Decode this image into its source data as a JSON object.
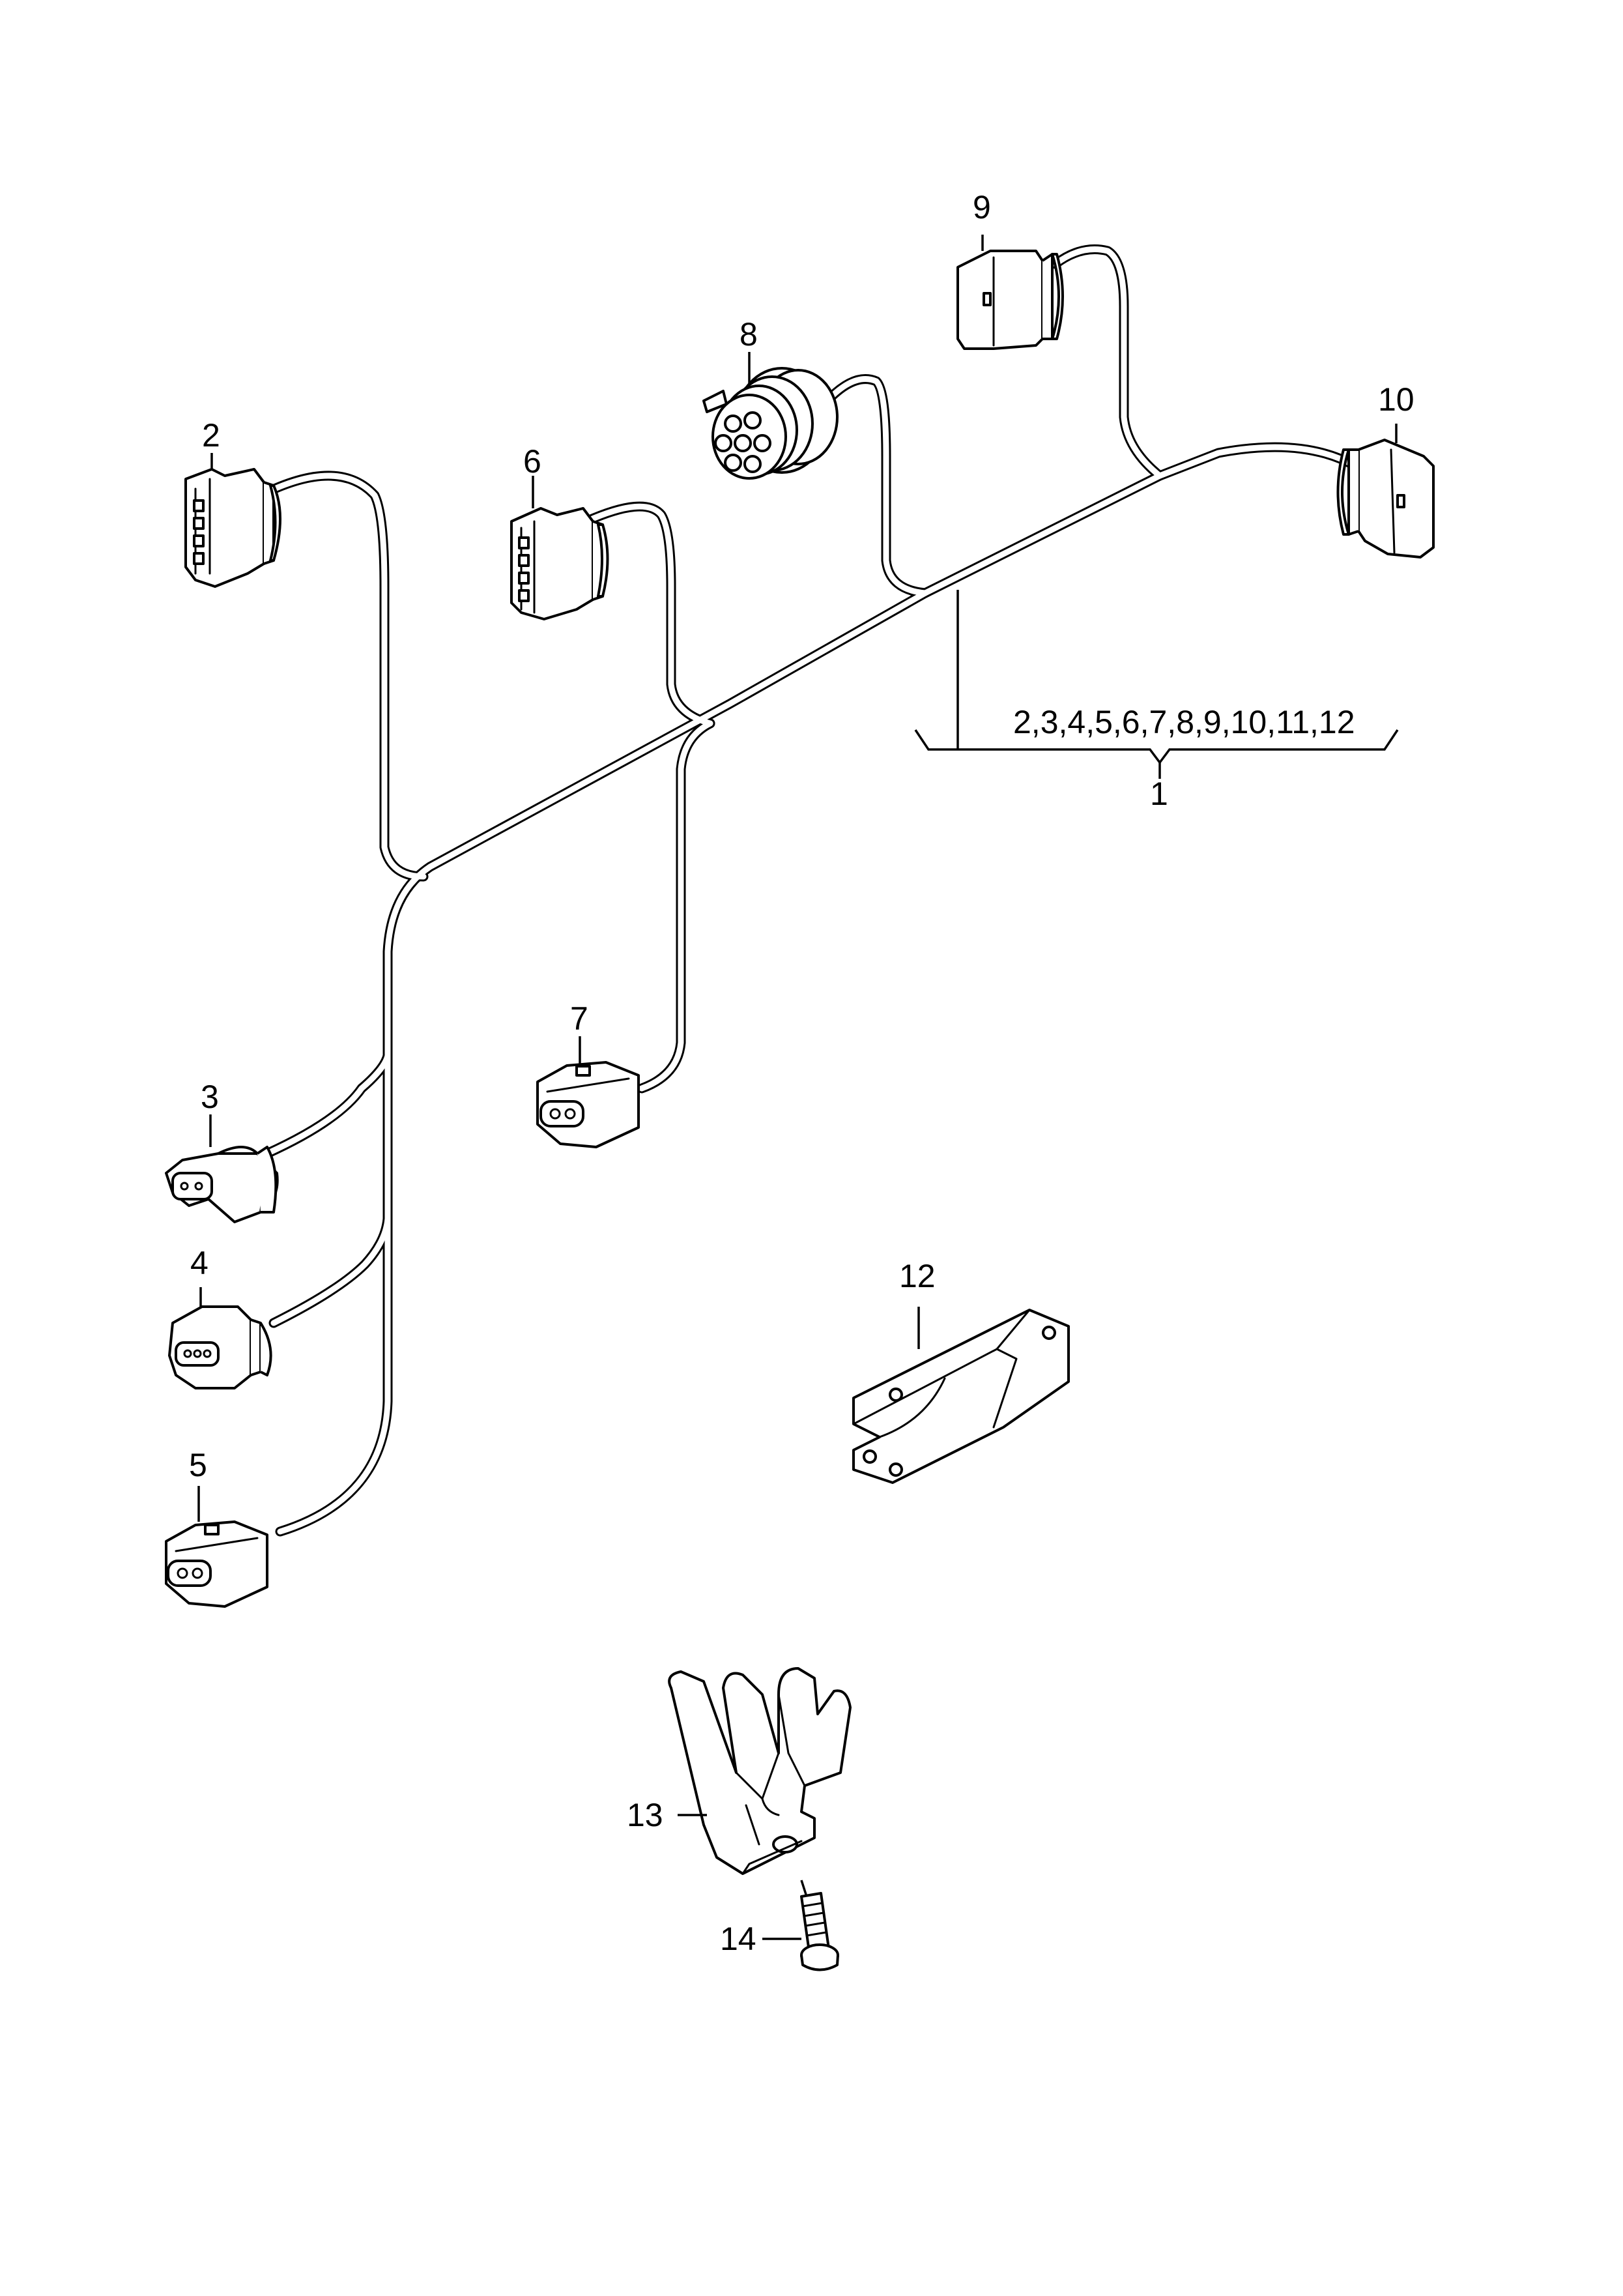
{
  "callouts": {
    "c1": "1",
    "c2": "2",
    "c3": "3",
    "c4": "4",
    "c5": "5",
    "c6": "6",
    "c7": "7",
    "c8": "8",
    "c9": "9",
    "c10": "10",
    "c11_12": "2,3,4,5,6,7,8,9,10,11,12",
    "c12": "12",
    "c13": "13",
    "c14": "14"
  },
  "parts": [
    {
      "callout": "1",
      "name": "wiring-harness"
    },
    {
      "callout": "2",
      "name": "connector-4-pin"
    },
    {
      "callout": "3",
      "name": "connector-2-pin-round"
    },
    {
      "callout": "4",
      "name": "connector-3-pin"
    },
    {
      "callout": "5",
      "name": "connector-2-pin"
    },
    {
      "callout": "6",
      "name": "connector-4-pin"
    },
    {
      "callout": "7",
      "name": "connector-2-pin"
    },
    {
      "callout": "8",
      "name": "round-connector-multi-pin"
    },
    {
      "callout": "9",
      "name": "connector-housing"
    },
    {
      "callout": "10",
      "name": "connector-housing"
    },
    {
      "callout": "12",
      "name": "bracket"
    },
    {
      "callout": "13",
      "name": "wire-holder-bracket"
    },
    {
      "callout": "14",
      "name": "bolt"
    }
  ]
}
